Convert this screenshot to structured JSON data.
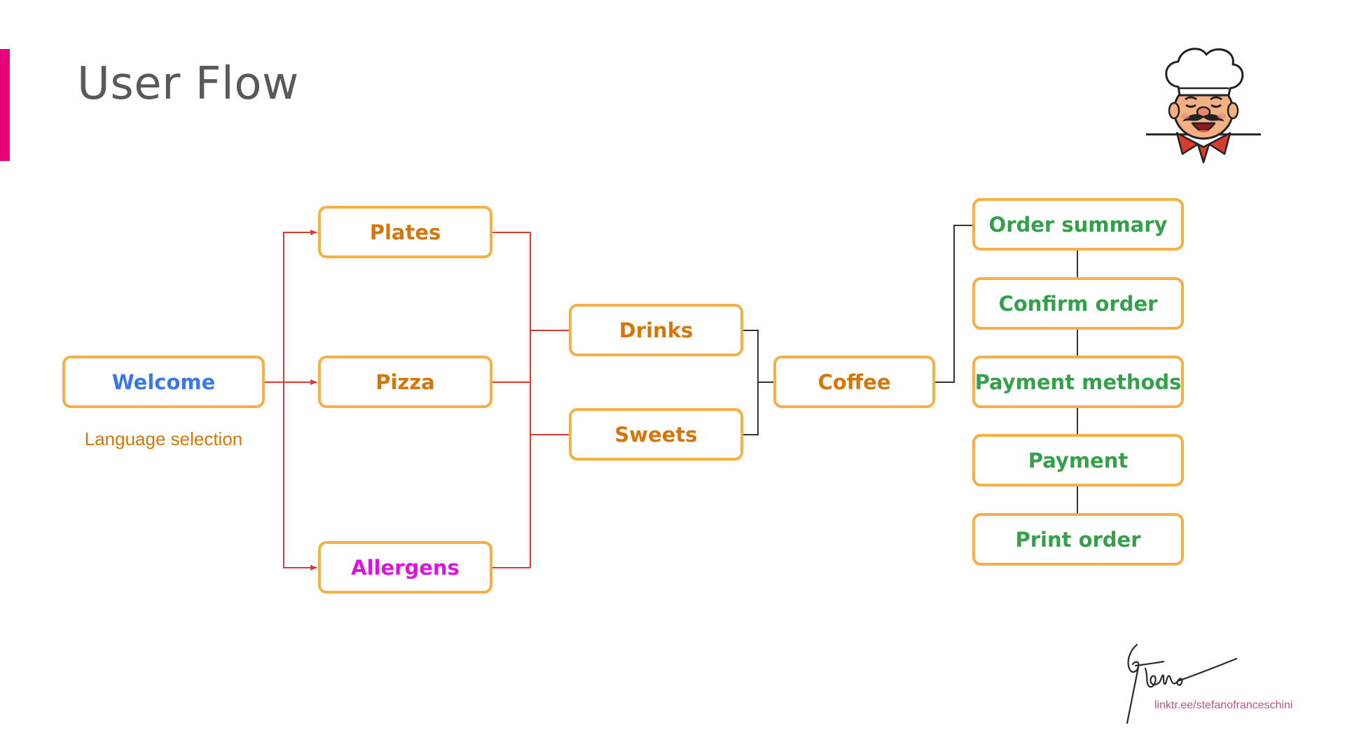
{
  "slide": {
    "title": "User Flow",
    "accent_color": "#e6007e",
    "title_color": "#595959"
  },
  "diagram": {
    "colors": {
      "node_border": "#f4b044",
      "orange_text": "#d4760a",
      "blue_text": "#3b78e7",
      "magenta_text": "#e010e0",
      "green_text": "#34a04a",
      "red_connector": "#d83c30",
      "dark_connector": "#333333"
    },
    "nodes": {
      "welcome": "Welcome",
      "plates": "Plates",
      "pizza": "Pizza",
      "allergens": "Allergens",
      "drinks": "Drinks",
      "sweets": "Sweets",
      "coffee": "Coffee",
      "order_summary": "Order summary",
      "confirm_order": "Confirm order",
      "payment_methods": "Payment methods",
      "payment": "Payment",
      "print_order": "Print order"
    },
    "welcome_note": "Language selection"
  },
  "branding": {
    "logo_icon": "chef-mascot-icon",
    "signature_text": "Stefano",
    "signature_link": "linktr.ee/stefanofranceschini"
  }
}
